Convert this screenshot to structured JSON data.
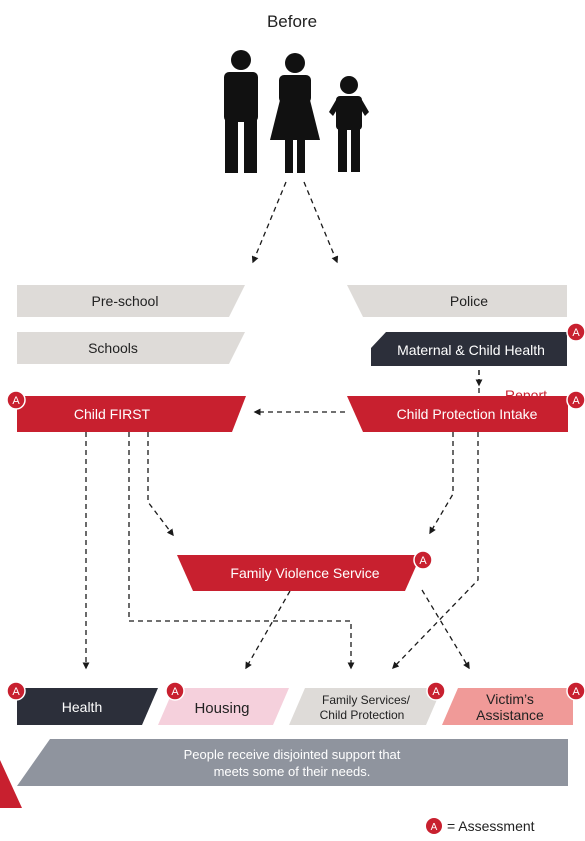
{
  "title": "Before",
  "boxes": {
    "preschool": "Pre-school",
    "schools": "Schools",
    "police": "Police",
    "maternal": "Maternal & Child Health",
    "child_first": "Child FIRST",
    "cpi": "Child Protection Intake",
    "fvs": "Family Violence Service",
    "health": "Health",
    "housing": "Housing",
    "family_services_line1": "Family Services/",
    "family_services_line2": "Child Protection",
    "victims_line1": "Victim’s",
    "victims_line2": "Assistance"
  },
  "report_label": "Report",
  "summary_line1": "People receive disjointed support that",
  "summary_line2": "meets some of their needs.",
  "assessment_badge": "A",
  "legend_text": "= Assessment",
  "colors": {
    "red": "#c8202f",
    "dark": "#2c2f3a",
    "grey_box": "#dedbd8",
    "pink": "#f5d0dc",
    "salmon": "#f09a98",
    "summary_grey": "#8f949e"
  },
  "icons": [
    "man-figure-icon",
    "woman-figure-icon",
    "child-figure-icon"
  ]
}
